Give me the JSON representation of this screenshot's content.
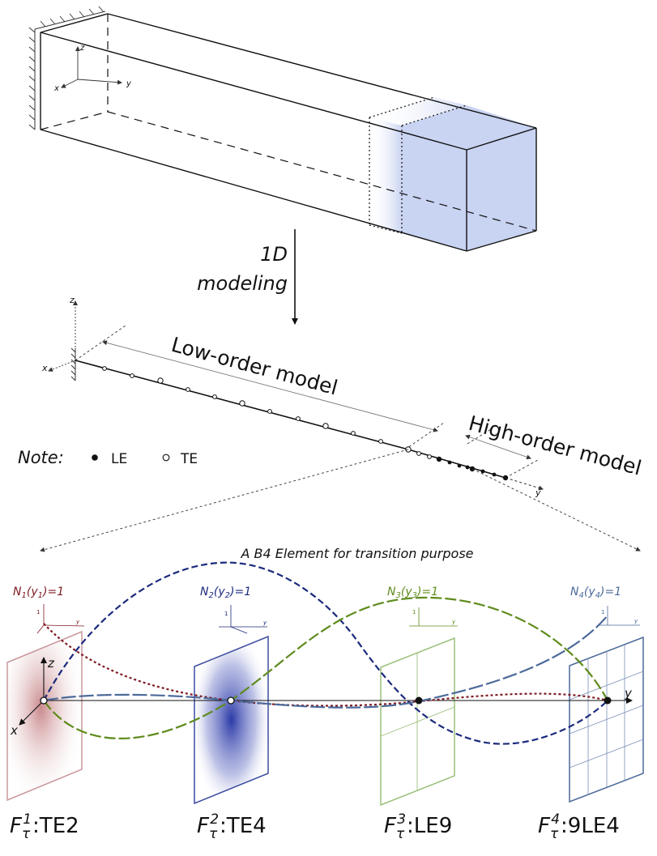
{
  "step": {
    "line1": "1D",
    "line2": "modeling"
  },
  "axes": {
    "x": "x",
    "y": "y",
    "z": "z"
  },
  "beam": {
    "low_order_label": "Low-order model",
    "high_order_label": "High-order model"
  },
  "note": {
    "title": "Note:",
    "le": "LE",
    "te": "TE"
  },
  "element": {
    "title": "A B4 Element for transition purpose",
    "shape_functions": [
      {
        "N": "N",
        "sub": "1",
        "y": "y",
        "ysub": "1",
        "eq": ")=1",
        "color": "#7d1b22"
      },
      {
        "N": "N",
        "sub": "2",
        "y": "y",
        "ysub": "2",
        "eq": ")=1",
        "color": "#1b2a7d"
      },
      {
        "N": "N",
        "sub": "3",
        "y": "y",
        "ysub": "3",
        "eq": ")=1",
        "color": "#5f8b1c"
      },
      {
        "N": "N",
        "sub": "4",
        "y": "y",
        "ysub": "4",
        "eq": ")=1",
        "color": "#4c6a9a"
      }
    ],
    "mini_axis_one": "1",
    "mini_axis_y": "y",
    "captions": [
      {
        "F": "F",
        "sub": "τ",
        "sup": "1",
        "text": ":TE2"
      },
      {
        "F": "F",
        "sub": "τ",
        "sup": "2",
        "text": ":TE4"
      },
      {
        "F": "F",
        "sub": "τ",
        "sup": "3",
        "text": ":LE9"
      },
      {
        "F": "F",
        "sub": "τ",
        "sup": "4",
        "text": ":9LE4"
      }
    ]
  },
  "colors": {
    "N1": "#7d1b22",
    "N2": "#1b2a7d",
    "N3": "#5f8b1c",
    "N4": "#4c6a9a",
    "highlight": "#c9d3f2"
  }
}
